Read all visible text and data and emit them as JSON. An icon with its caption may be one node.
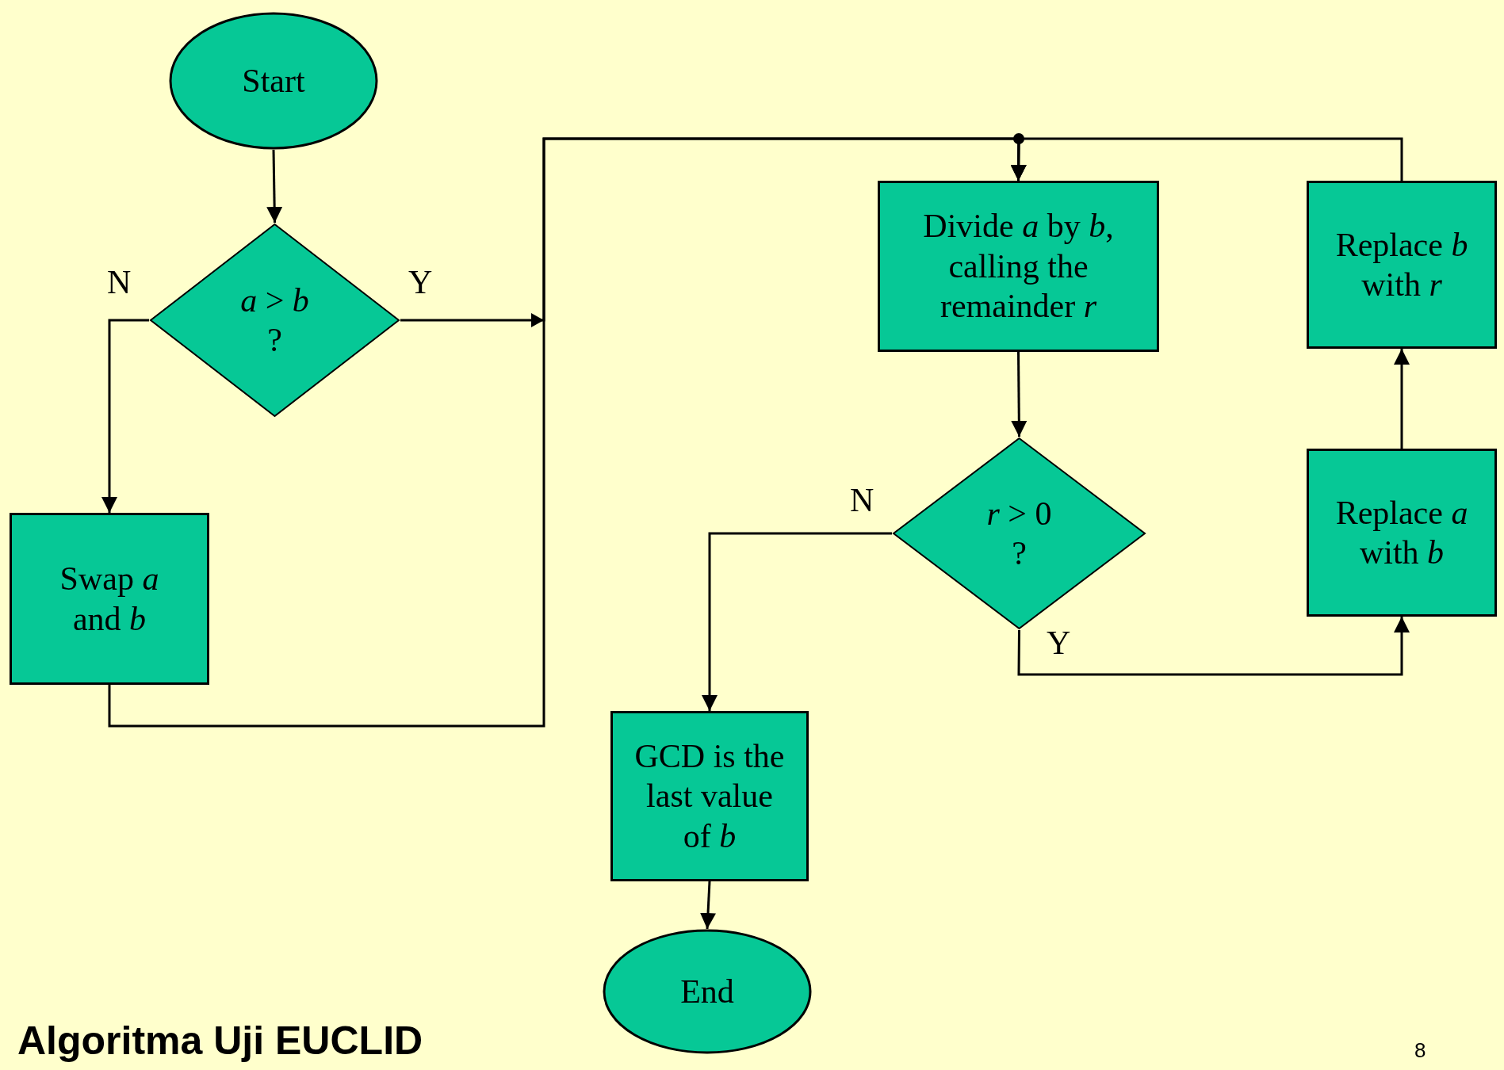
{
  "diagram": {
    "title": "Algoritma Uji EUCLID",
    "nodes": [
      {
        "text": [
          "Start"
        ]
      },
      {
        "text": [
          "*a* > *b* ?"
        ]
      },
      {
        "text": [
          "Swap *a* and *b*"
        ]
      },
      {
        "text": [
          "Divide *a* by *b*, calling the remainder *r*"
        ]
      },
      {
        "text": [
          "Replace *b* with *r*"
        ]
      },
      {
        "text": [
          "*r* > 0 ?"
        ]
      },
      {
        "text": [
          "Replace *a* with *b*"
        ]
      },
      {
        "text": [
          "GCD is the last value of *b*"
        ]
      },
      {
        "text": [
          "End"
        ]
      }
    ],
    "edges": [
      {
        "from": 0,
        "to": 1,
        "arrow": "to"
      },
      {
        "from": 1,
        "to": 2,
        "arrow": "to",
        "label": "N"
      },
      {
        "from": 1,
        "to": 3,
        "arrow": "to",
        "label": "Y"
      },
      {
        "from": 2,
        "to": 3,
        "arrow": "to"
      },
      {
        "from": 4,
        "to": 3,
        "arrow": "to"
      },
      {
        "from": 3,
        "to": 5,
        "arrow": "to"
      },
      {
        "from": 5,
        "to": 7,
        "arrow": "to",
        "label": "N"
      },
      {
        "from": 5,
        "to": 6,
        "arrow": "to",
        "label": "Y"
      },
      {
        "from": 6,
        "to": 4,
        "arrow": "to"
      },
      {
        "from": 7,
        "to": 8,
        "arrow": "to"
      }
    ],
    "labels": [
      "8"
    ]
  }
}
